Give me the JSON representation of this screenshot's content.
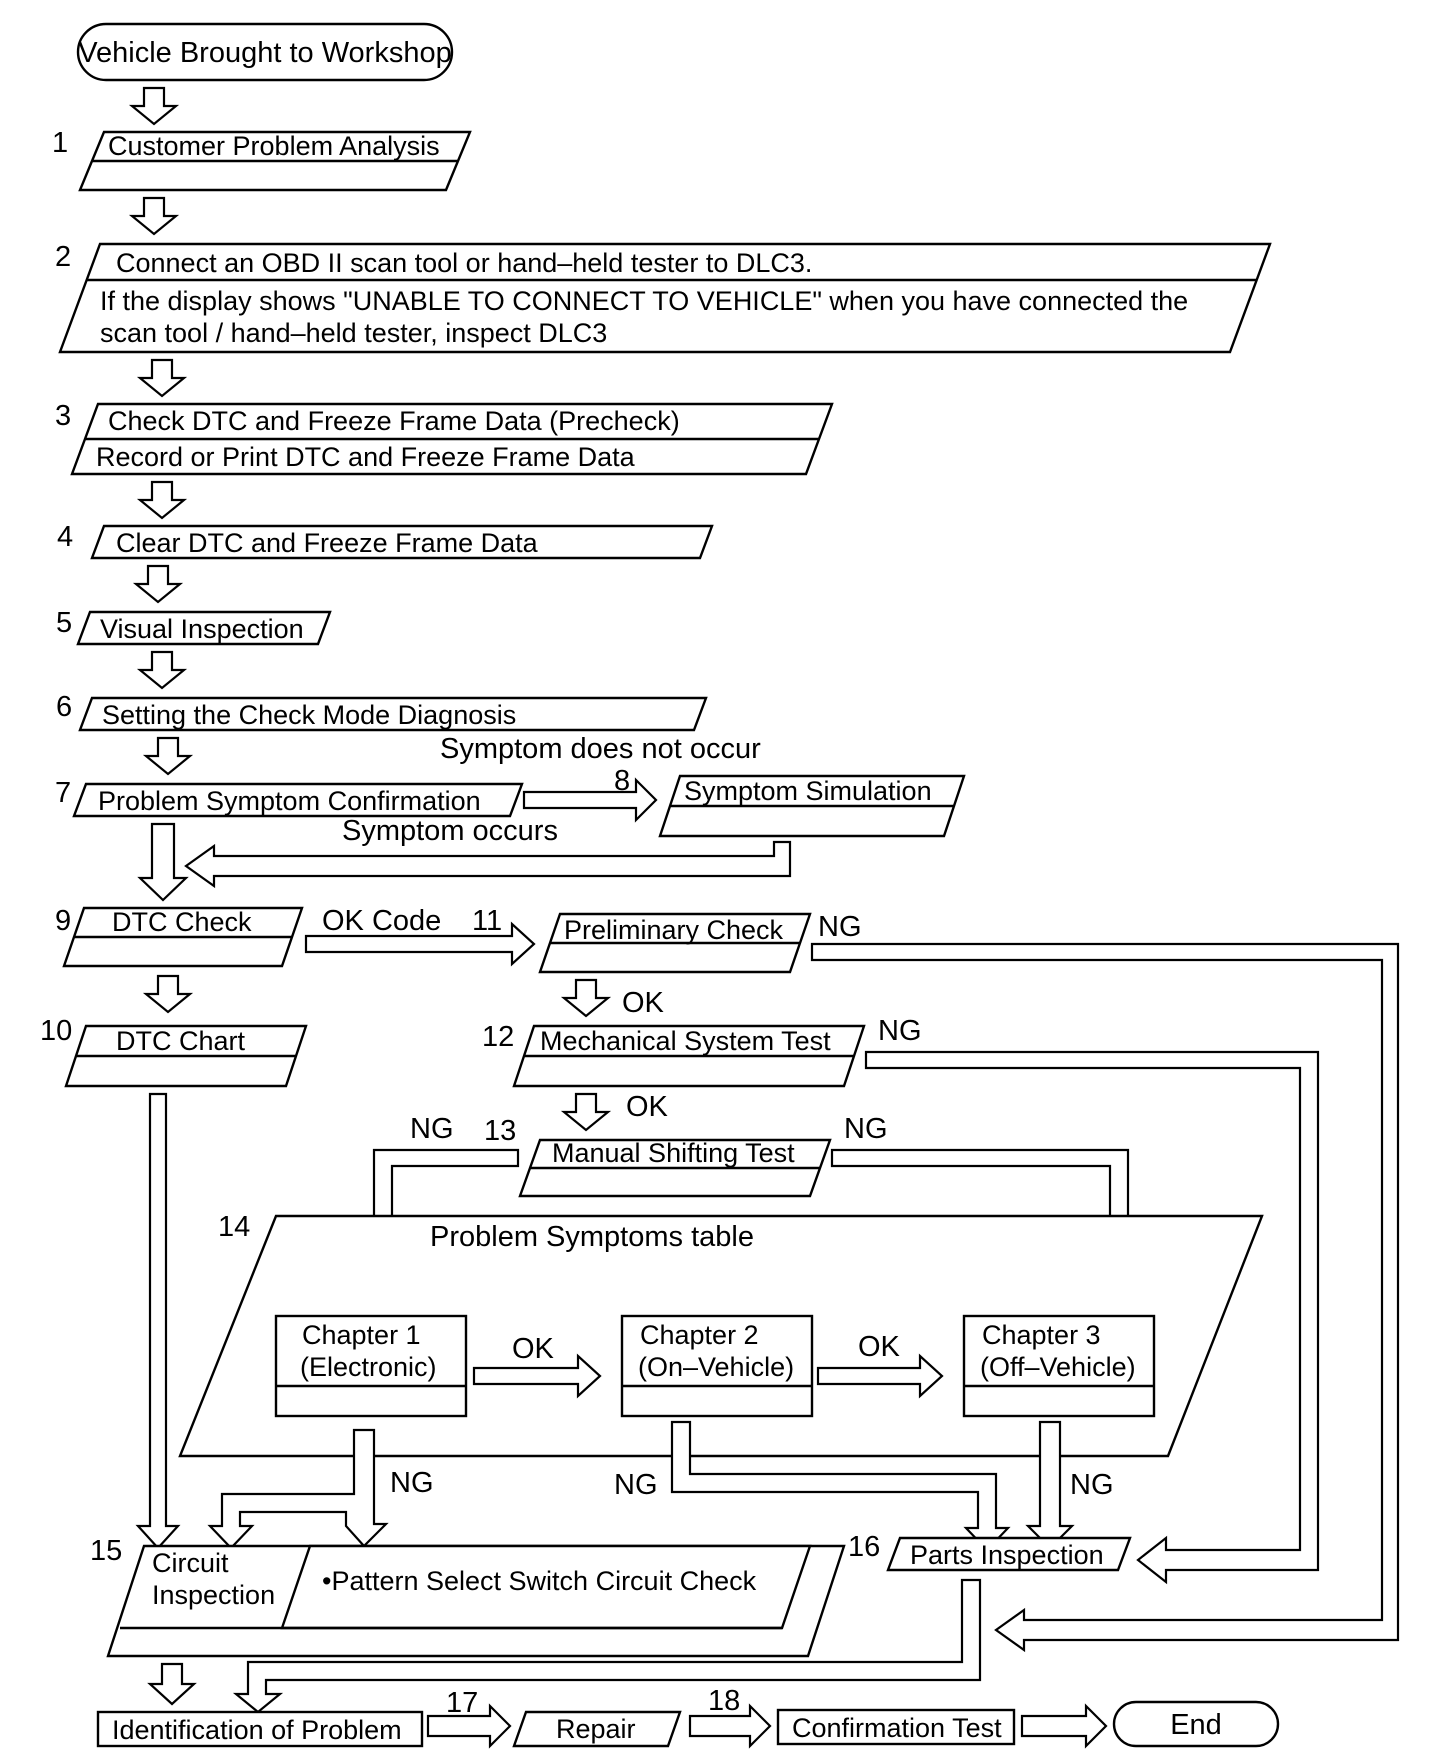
{
  "steps": {
    "start": "Vehicle Brought to Workshop",
    "s1": {
      "num": "1",
      "text": "Customer Problem Analysis"
    },
    "s2": {
      "num": "2",
      "line1": "Connect an OBD II scan tool or hand–held tester to DLC3.",
      "line2": "If the display shows \"UNABLE TO CONNECT TO VEHICLE\" when you have connected the",
      "line3": "scan tool / hand–held tester, inspect DLC3"
    },
    "s3": {
      "num": "3",
      "line1": "Check DTC and Freeze Frame Data (Precheck)",
      "line2": "Record or Print DTC and Freeze Frame Data"
    },
    "s4": {
      "num": "4",
      "text": "Clear DTC and Freeze Frame Data"
    },
    "s5": {
      "num": "5",
      "text": "Visual Inspection"
    },
    "s6": {
      "num": "6",
      "text": "Setting the Check Mode Diagnosis"
    },
    "s7": {
      "num": "7",
      "text": "Problem Symptom Confirmation"
    },
    "s8": {
      "num": "8",
      "text": "Symptom Simulation"
    },
    "s9": {
      "num": "9",
      "text": "DTC Check"
    },
    "s10": {
      "num": "10",
      "text": "DTC Chart"
    },
    "s11": {
      "num": "11",
      "text": "Preliminary Check"
    },
    "s12": {
      "num": "12",
      "text": "Mechanical System Test"
    },
    "s13": {
      "num": "13",
      "text": "Manual Shifting Test"
    },
    "s14": {
      "num": "14",
      "text": "Problem Symptoms table"
    },
    "ch1": {
      "line1": "Chapter 1",
      "line2": "(Electronic)"
    },
    "ch2": {
      "line1": "Chapter 2",
      "line2": "(On–Vehicle)"
    },
    "ch3": {
      "line1": "Chapter 3",
      "line2": "(Off–Vehicle)"
    },
    "s15": {
      "num": "15",
      "line1": "Circuit",
      "line2": "Inspection",
      "detail": "•Pattern Select Switch Circuit Check"
    },
    "s16": {
      "num": "16",
      "text": "Parts Inspection"
    },
    "identification": "Identification of Problem",
    "s17": {
      "num": "17",
      "text": "Repair"
    },
    "s18": {
      "num": "18",
      "text": "Confirmation Test"
    },
    "end": "End"
  },
  "labels": {
    "symptom_not_occur": "Symptom does not occur",
    "symptom_occurs": "Symptom occurs",
    "ok_code": "OK Code",
    "ok": "OK",
    "ng": "NG"
  }
}
